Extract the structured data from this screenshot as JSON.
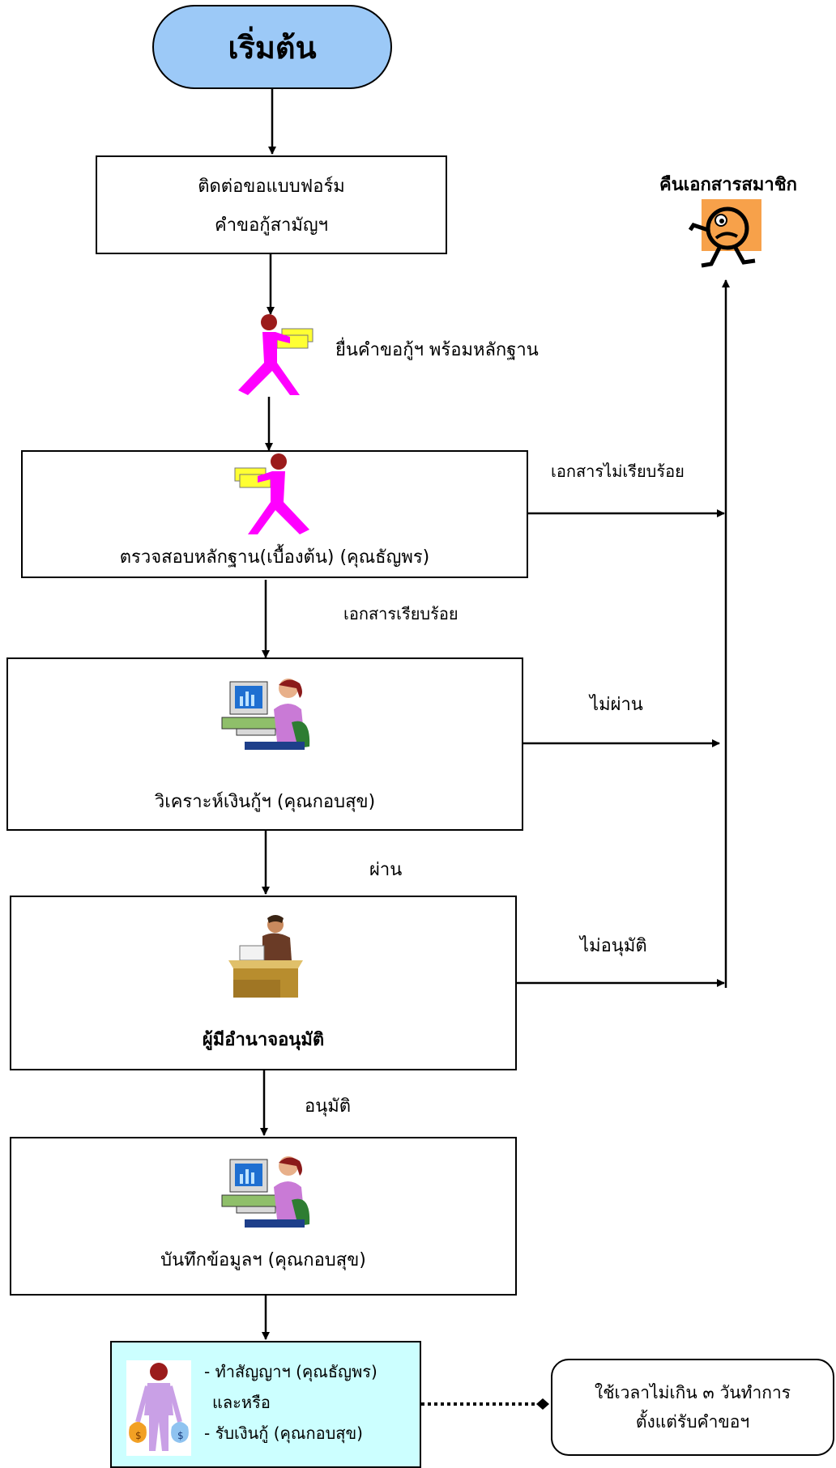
{
  "flow": {
    "start": "เริ่มต้น",
    "step_form_line1": "ติดต่อขอแบบฟอร์ม",
    "step_form_line2": "คำขอกู้สามัญฯ",
    "submit_label": "ยื่นคำขอกู้ฯ พร้อมหลักฐาน",
    "check_label": "ตรวจสอบหลักฐาน(เบื้องต้น)  (คุณธัญพร)",
    "docs_ok": "เอกสารเรียบร้อย",
    "docs_not_ok": "เอกสารไม่เรียบร้อย",
    "analyze_label": "วิเคราะห์เงินกู้ฯ (คุณกอบสุข)",
    "pass": "ผ่าน",
    "fail": "ไม่ผ่าน",
    "approver_label": "ผู้มีอำนาจอนุมัติ",
    "approved": "อนุมัติ",
    "not_approved": "ไม่อนุมัติ",
    "record_label": "บันทึกข้อมูลฯ (คุณกอบสุข)",
    "final_line1": "- ทำสัญญาฯ  (คุณธัญพร)",
    "final_line2": "และหรือ",
    "final_line3": "- รับเงินกู้ (คุณกอบสุข)",
    "return_docs": "คืนเอกสารสมาชิก",
    "note_line1": "ใช้เวลาไม่เกิน ๓ วันทำการ",
    "note_line2": "ตั้งแต่รับคำขอฯ"
  },
  "icons": [
    "walking-person-icon",
    "computer-operator-icon",
    "office-desk-icon",
    "money-bag-person-icon",
    "upset-face-icon"
  ],
  "colors": {
    "start_fill": "#9cc9f7",
    "final_fill": "#ccffff",
    "person_magenta": "#ff00ff",
    "face_orange": "#f7a14a"
  }
}
